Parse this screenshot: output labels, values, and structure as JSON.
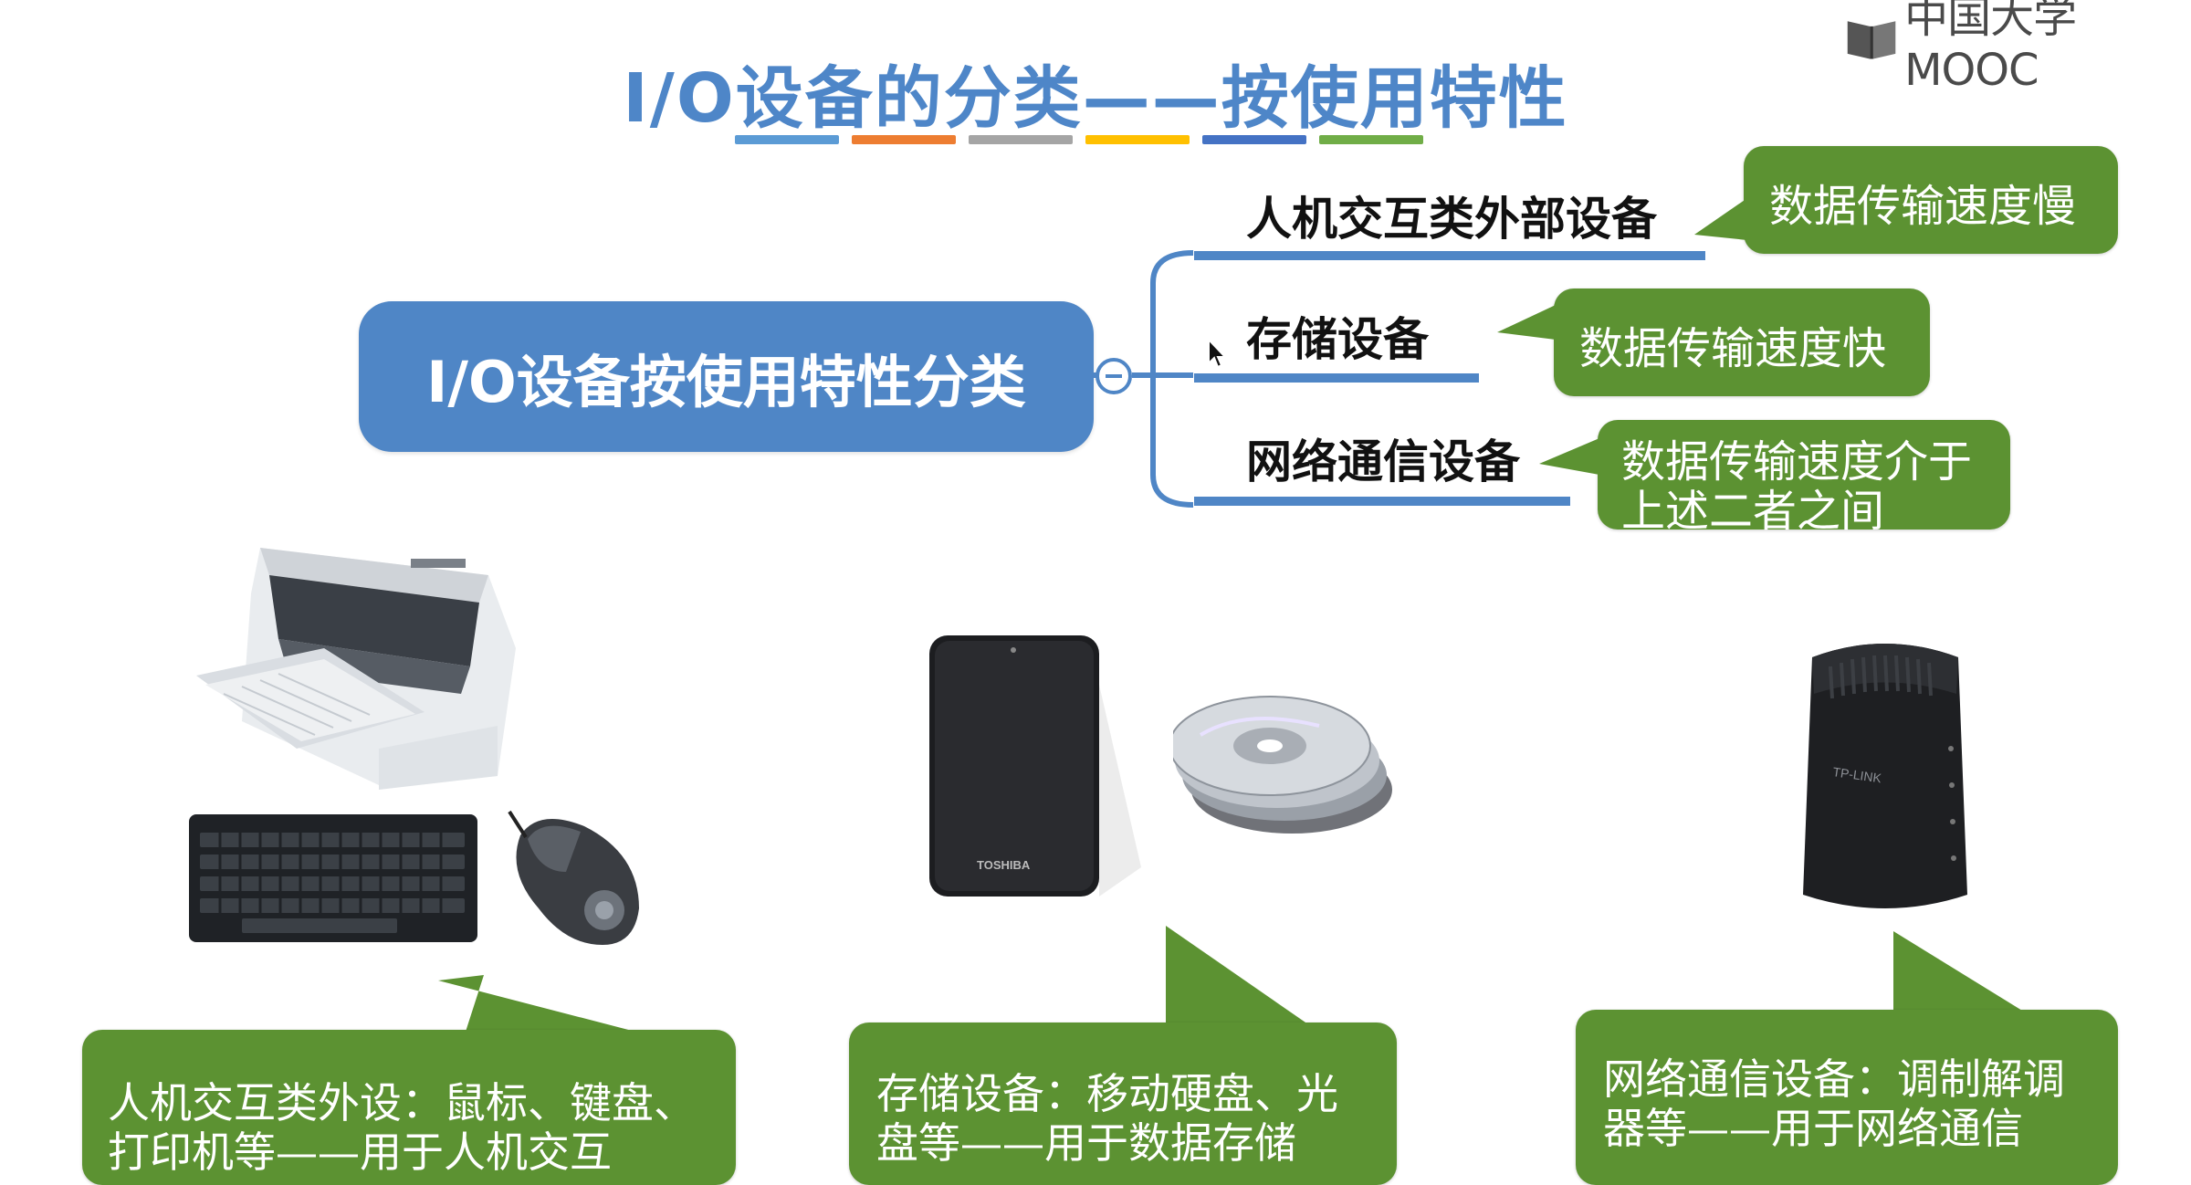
{
  "logo": {
    "text": "中国大学MOOC"
  },
  "title": "I/O设备的分类——按使用特性",
  "title_bar_colors": [
    "#5b9bd5",
    "#ed7d31",
    "#a5a5a5",
    "#ffc000",
    "#4472c4",
    "#70ad47"
  ],
  "mindmap": {
    "root": "I/O设备按使用特性分类",
    "branches": [
      {
        "label": "人机交互类外部设备",
        "note": "数据传输速度慢"
      },
      {
        "label": "存储设备",
        "note": "数据传输速度快"
      },
      {
        "label": "网络通信设备",
        "note_line1": "数据传输速度介于",
        "note_line2": "上述二者之间"
      }
    ]
  },
  "images": {
    "printer": {
      "label": ""
    },
    "drive": {
      "brand": "TOSHIBA"
    },
    "router": {
      "brand": "TP-LINK"
    }
  },
  "bottom_callouts": [
    {
      "line1": "人机交互类外设：鼠标、键盘、",
      "line2": "打印机等——用于人机交互"
    },
    {
      "line1": "存储设备：移动硬盘、光",
      "line2": "盘等——用于数据存储"
    },
    {
      "line1": "网络通信设备：调制解调",
      "line2": "器等——用于网络通信"
    }
  ],
  "colors": {
    "accent_blue": "#4f86c6",
    "callout_green": "#5c9232"
  }
}
